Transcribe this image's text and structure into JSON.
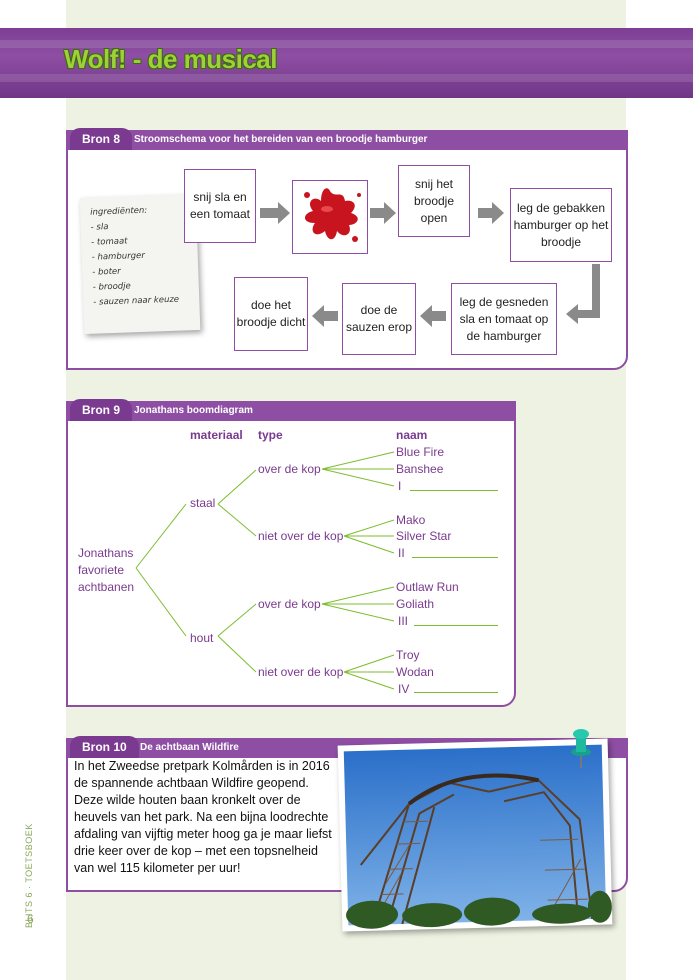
{
  "header": {
    "title": "Wolf! - de musical"
  },
  "bron8": {
    "number": "Bron 8",
    "caption": "Stroomschema voor het bereiden van een broodje hamburger",
    "ingredients_title": "ingrediënten:",
    "ingredients": [
      "- sla",
      "- tomaat",
      "- hamburger",
      "- boter",
      "- broodje",
      "- sauzen naar keuze"
    ],
    "steps": [
      "snij sla en een tomaat",
      "snij het broodje open",
      "leg de gebakken hamburger op het broodje",
      "leg de gesneden sla en tomaat op de hamburger",
      "doe de sauzen erop",
      "doe het broodje dicht"
    ]
  },
  "bron9": {
    "number": "Bron 9",
    "caption": "Jonathans boomdiagram",
    "headers": {
      "material": "materiaal",
      "type": "type",
      "name": "naam"
    },
    "root": "Jonathans favoriete achtbanen",
    "materials": [
      "staal",
      "hout"
    ],
    "types": [
      "over de kop",
      "niet over de kop",
      "over de kop",
      "niet over de kop"
    ],
    "names": [
      [
        "Blue Fire",
        "Banshee",
        "I"
      ],
      [
        "Mako",
        "Silver Star",
        "II"
      ],
      [
        "Outlaw Run",
        "Goliath",
        "III"
      ],
      [
        "Troy",
        "Wodan",
        "IV"
      ]
    ]
  },
  "bron10": {
    "number": "Bron 10",
    "caption": "De achtbaan Wildfire",
    "text": "In het Zweedse pretpark Kolmården is in 2016 de spannende achtbaan Wildfire geopend. Deze wilde houten baan kronkelt over de heuvels van het park. Na een bijna loodrechte afdaling van vijftig meter hoog ga je maar liefst drie keer over de kop – met een topsnelheid van wel 115 kilometer per uur!"
  },
  "footer": {
    "page_number": "6",
    "book_label": "BLITS 6 · TOETSBOEK"
  },
  "colors": {
    "purple": "#8e4ea3",
    "green": "#7cbd2e",
    "background": "#eef2e2"
  }
}
